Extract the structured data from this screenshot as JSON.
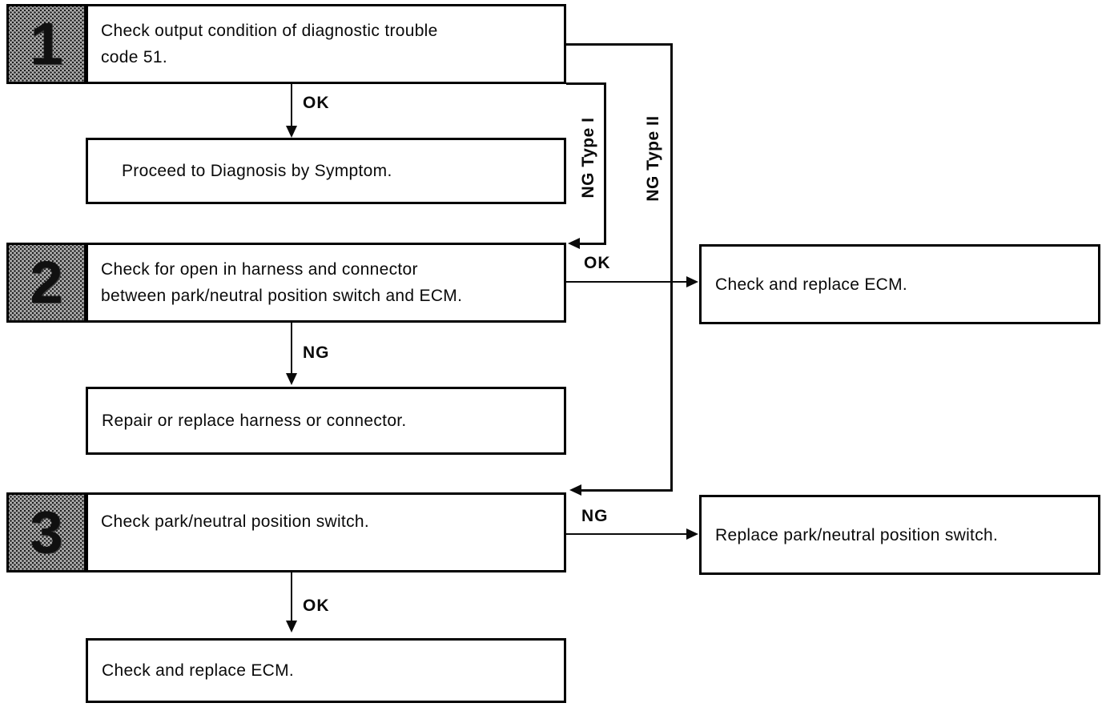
{
  "steps": [
    {
      "number": "1",
      "lines": [
        "Check output condition of diagnostic trouble",
        "code 51."
      ]
    },
    {
      "number": "2",
      "lines": [
        "Check for open in harness and connector",
        "between park/neutral position switch and ECM."
      ]
    },
    {
      "number": "3",
      "lines": [
        "Check park/neutral position switch."
      ]
    }
  ],
  "boxes": {
    "proceed": "Proceed to Diagnosis by Symptom.",
    "repair": "Repair or replace harness or connector.",
    "ecm_right": "Check and replace ECM.",
    "replace_switch": "Replace park/neutral position switch.",
    "ecm_bottom": "Check and replace ECM."
  },
  "labels": {
    "step1_down": "OK",
    "step2_down": "NG",
    "step3_down": "OK",
    "step2_right": "OK",
    "step3_right": "NG",
    "ng_type_1": "NG Type I",
    "ng_type_2": "NG Type II"
  },
  "colors": {
    "ink": "#0a0a0a",
    "badge_halftone_gray": "#b2b2b2",
    "background": "#ffffff"
  }
}
